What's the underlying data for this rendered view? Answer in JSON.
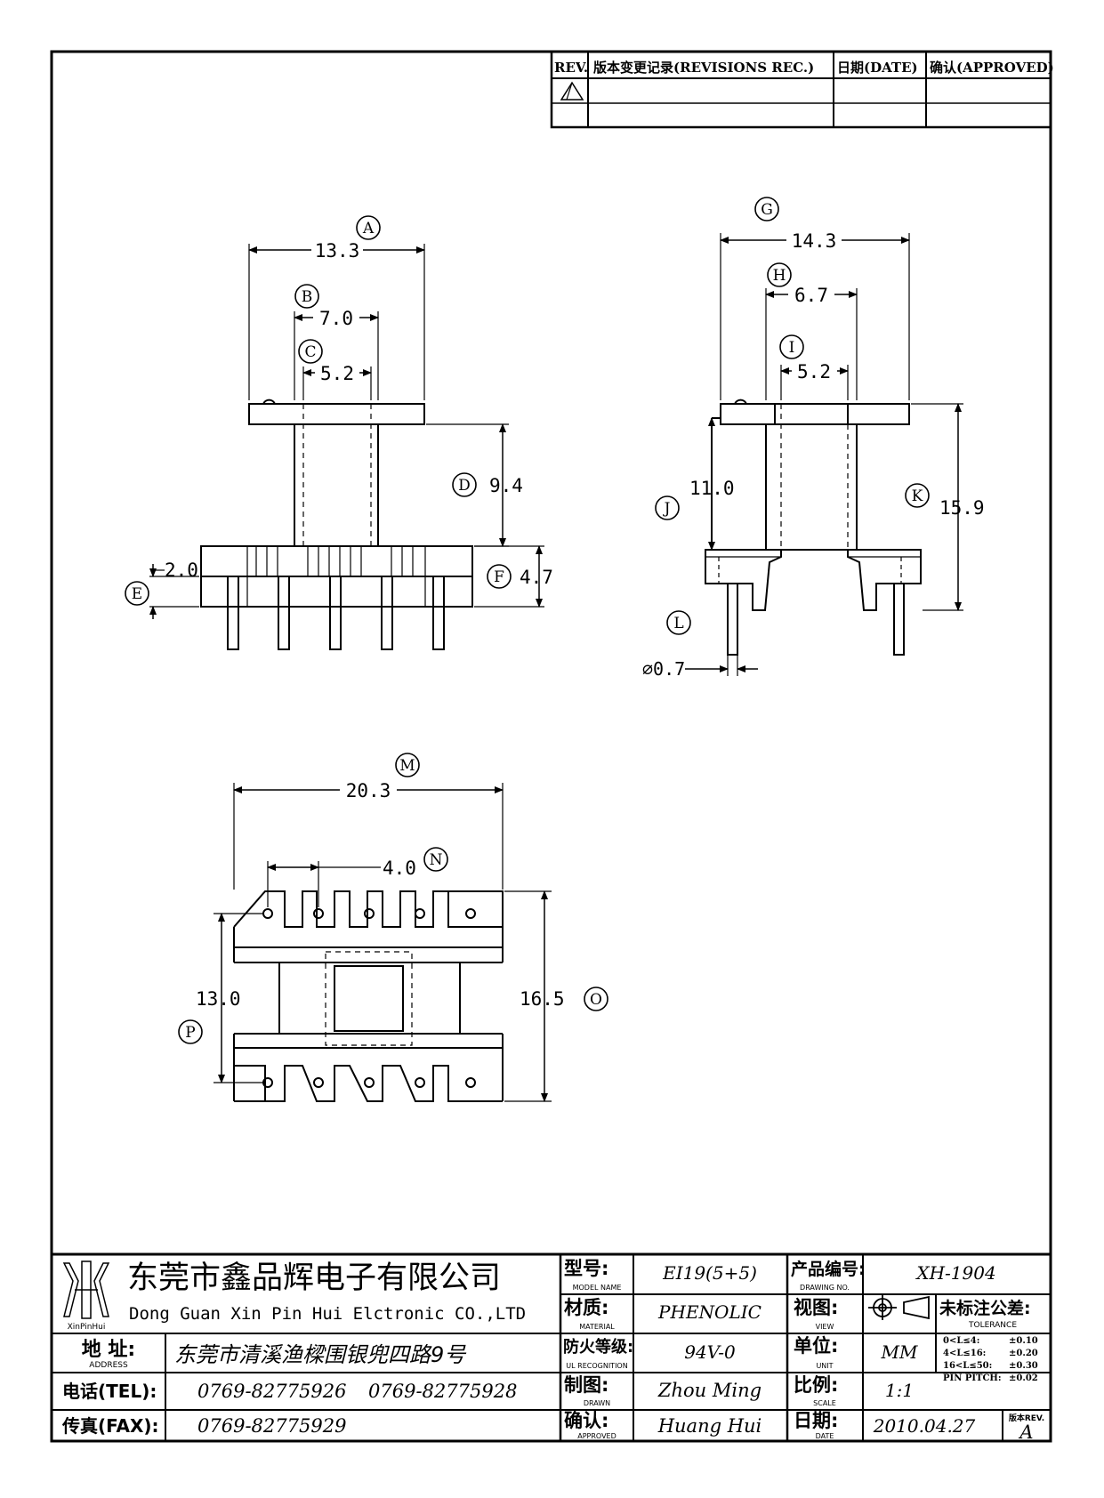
{
  "revisions": {
    "headers": {
      "rev": "REV.",
      "record": "版本变更记录(REVISIONS REC.)",
      "date": "日期(DATE)",
      "approved": "确认(APPROVED)"
    }
  },
  "views": {
    "top": {
      "A": {
        "letter": "A",
        "value": "13.3"
      },
      "B": {
        "letter": "B",
        "value": "7.0"
      },
      "C": {
        "letter": "C",
        "value": "5.2"
      },
      "D": {
        "letter": "D",
        "value": "9.4"
      },
      "E": {
        "letter": "E",
        "value": "2.0"
      },
      "F": {
        "letter": "F",
        "value": "4.7"
      }
    },
    "side": {
      "G": {
        "letter": "G",
        "value": "14.3"
      },
      "H": {
        "letter": "H",
        "value": "6.7"
      },
      "I": {
        "letter": "I",
        "value": "5.2"
      },
      "J": {
        "letter": "J",
        "value": "11.0"
      },
      "K": {
        "letter": "K",
        "value": "15.9"
      },
      "L": {
        "letter": "L",
        "value": "⌀0.7"
      }
    },
    "bottom": {
      "M": {
        "letter": "M",
        "value": "20.3"
      },
      "N": {
        "letter": "N",
        "value": "4.0"
      },
      "O": {
        "letter": "O",
        "value": "16.5"
      },
      "P": {
        "letter": "P",
        "value": "13.0"
      }
    }
  },
  "title_block": {
    "company_cn": "东莞市鑫品辉电子有限公司",
    "company_en": "Dong Guan Xin Pin Hui Elctronic CO.,LTD",
    "logo_text": "XinPinHui",
    "address_label": "地  址:",
    "address_sub": "ADDRESS",
    "address": "东莞市清溪渔樑围银兜四路9号",
    "tel_label": "电话(TEL):",
    "tel1": "0769-82775926",
    "tel2": "0769-82775928",
    "fax_label": "传真(FAX):",
    "fax": "0769-82775929",
    "model_label": "型号:",
    "model_sub": "MODEL NAME",
    "model": "EI19(5+5)",
    "material_label": "材质:",
    "material_sub": "MATERIAL",
    "material": "PHENOLIC",
    "ul_label": "防火等级:",
    "ul_sub": "UL RECOGNITION",
    "ul": "94V-0",
    "drawn_label": "制图:",
    "drawn_sub": "DRAWN",
    "drawn": "Zhou Ming",
    "approved_label": "确认:",
    "approved_sub": "APPROVED",
    "approved": "Huang Hui",
    "drawing_no_label": "产品编号:",
    "drawing_no_sub": "DRAWING NO.",
    "drawing_no": "XH-1904",
    "view_label": "视图:",
    "view_sub": "VIEW",
    "unit_label": "单位:",
    "unit_sub": "UNIT",
    "unit": "MM",
    "scale_label": "比例:",
    "scale_sub": "SCALE",
    "scale": "1:1",
    "date_label": "日期:",
    "date_sub": "DATE",
    "date": "2010.04.27",
    "tolerance_label": "未标注公差:",
    "tolerance_sub": "TOLERANCE",
    "tolerances": [
      {
        "range": "0<L≤4:",
        "value": "±0.10"
      },
      {
        "range": "4<L≤16:",
        "value": "±0.20"
      },
      {
        "range": "16<L≤50:",
        "value": "±0.30"
      },
      {
        "range": "PIN PITCH:",
        "value": "±0.02"
      }
    ],
    "rev_label": "版本REV.",
    "rev": "A"
  }
}
